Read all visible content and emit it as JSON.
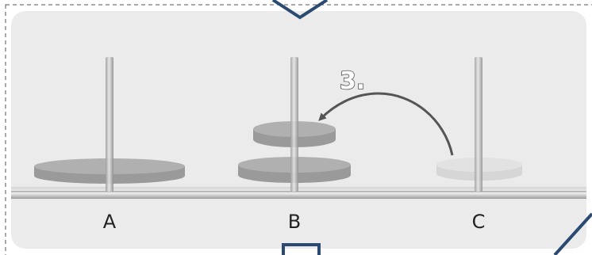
{
  "diagram": {
    "pegs": [
      {
        "label": "A"
      },
      {
        "label": "B"
      },
      {
        "label": "C"
      }
    ],
    "step_label": "3.",
    "move": {
      "from": "C",
      "to": "B"
    }
  },
  "colors": {
    "panel_bg": "#ebebeb",
    "disk": "#9a9a9a",
    "disk_top": "#b2b2b2",
    "ghost_disk": "#d9d9d9",
    "rod": "#b8b8b8",
    "arrow": "#555555",
    "accent": "#2b4a72"
  }
}
